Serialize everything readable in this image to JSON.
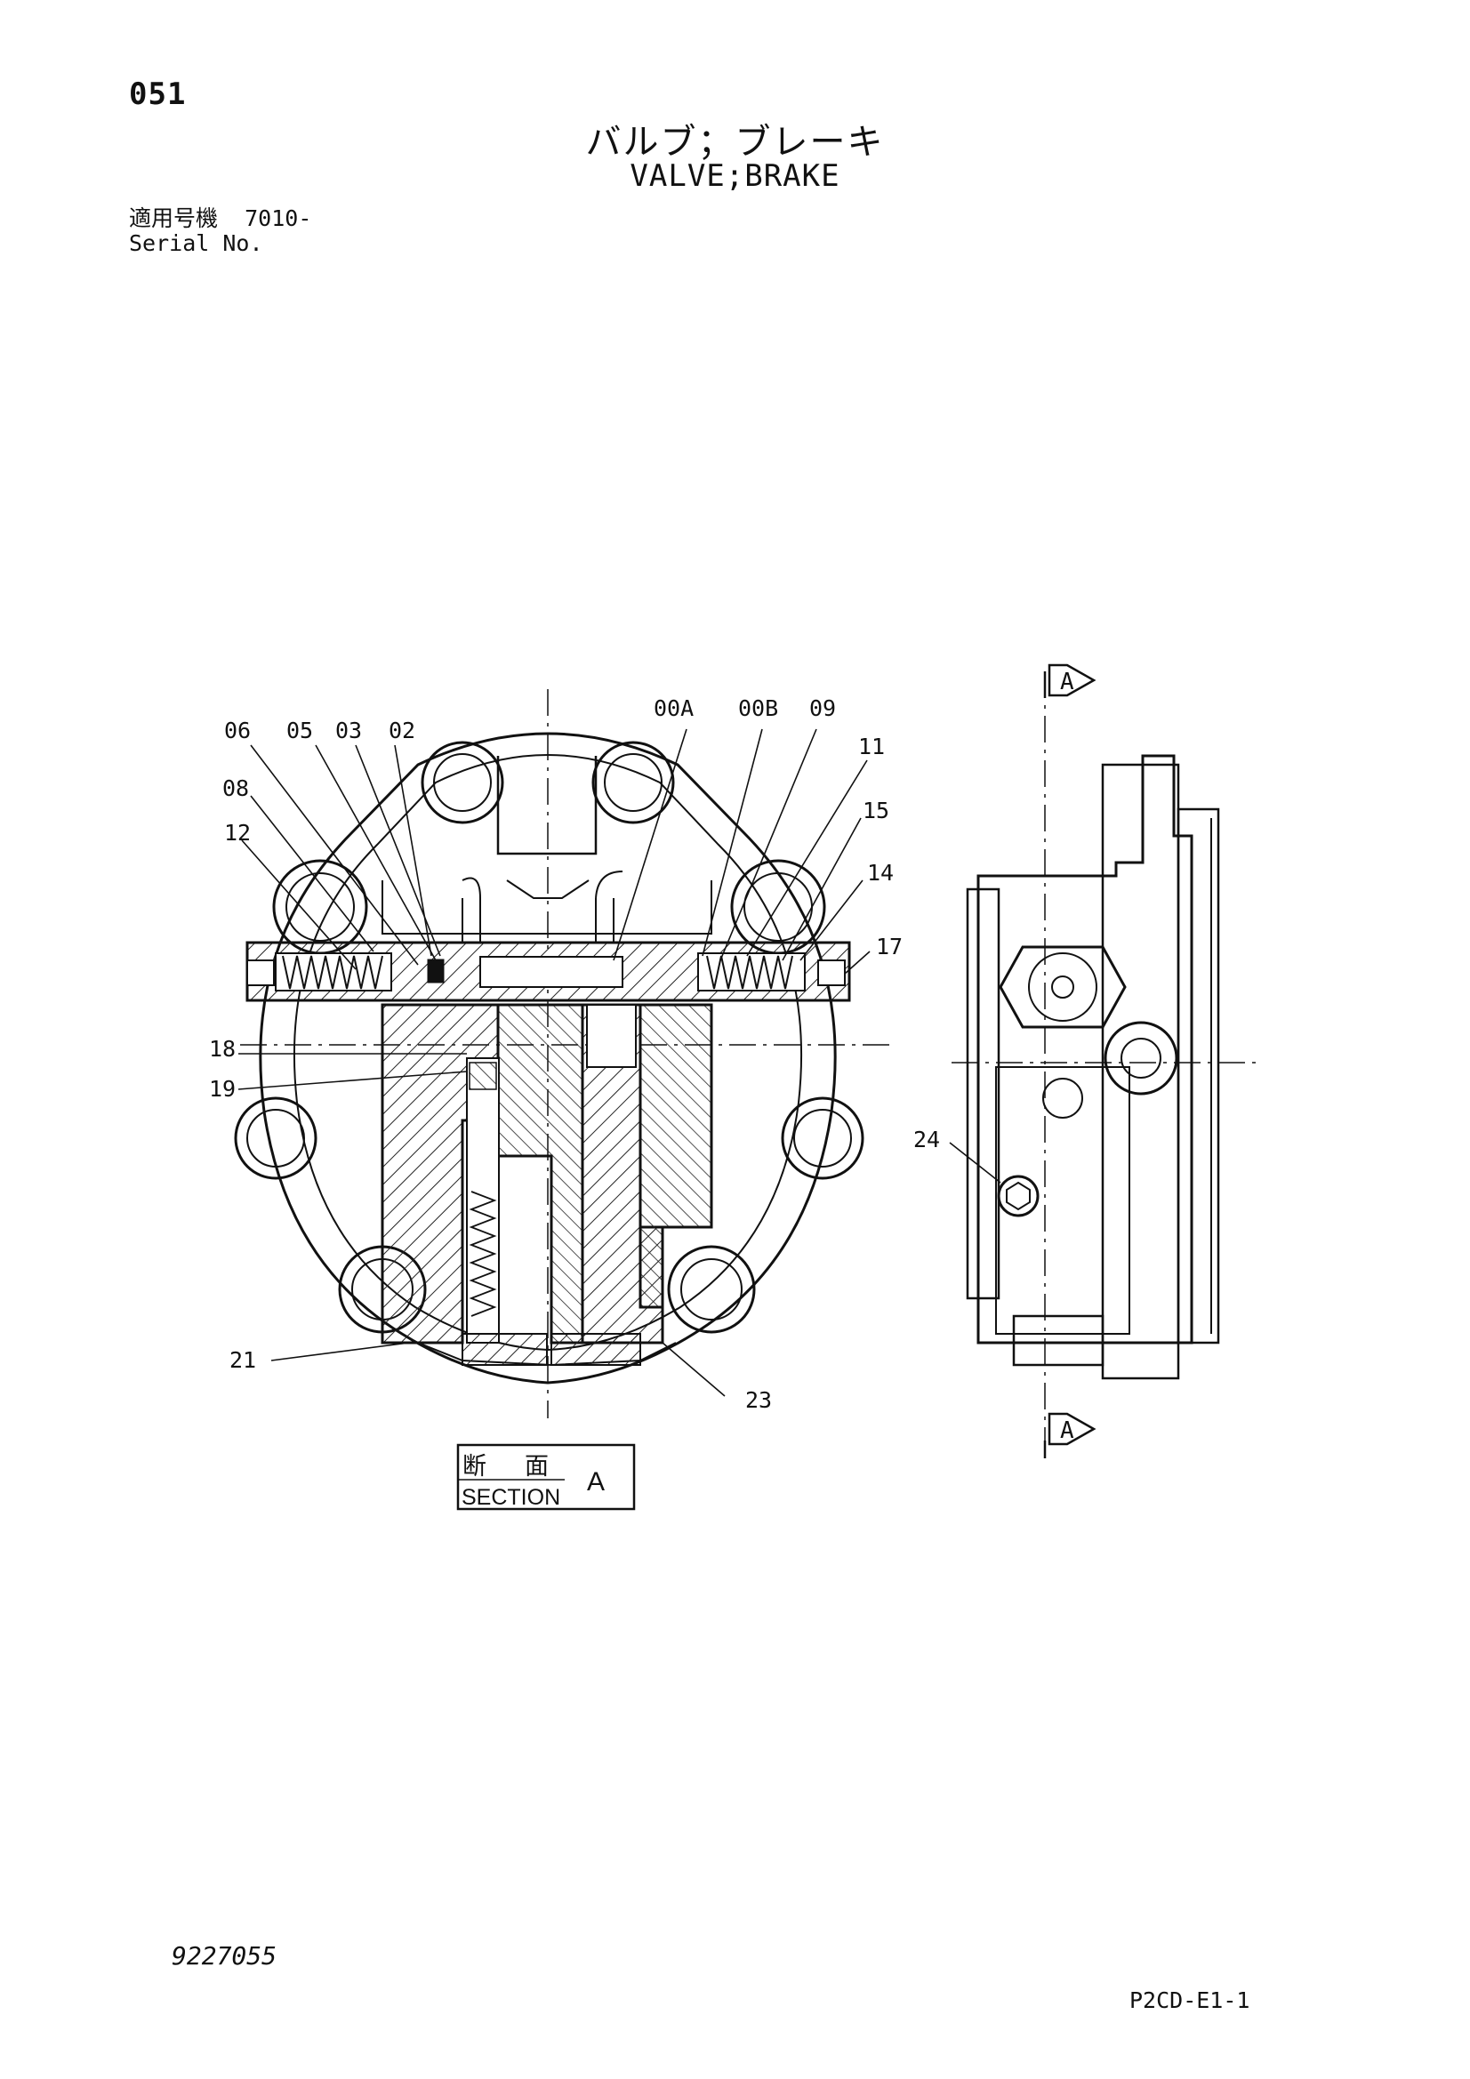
{
  "header": {
    "page_number": "051",
    "title_jp": "バルブ；ブレーキ",
    "title_en": "VALVE;BRAKE",
    "serial_label_jp": "適用号機",
    "serial_value": "7010-",
    "serial_label_en": "Serial No."
  },
  "callouts": {
    "c06": "06",
    "c05": "05",
    "c03": "03",
    "c02": "02",
    "c00A": "00A",
    "c00B": "00B",
    "c09": "09",
    "c08": "08",
    "c12": "12",
    "c11": "11",
    "c15": "15",
    "c14": "14",
    "c17": "17",
    "c18": "18",
    "c19": "19",
    "c24": "24",
    "c21": "21",
    "c23": "23"
  },
  "section_box": {
    "label_jp_1": "断",
    "label_jp_2": "面",
    "label_en": "SECTION",
    "letter": "A"
  },
  "section_arrows": {
    "top": "A",
    "bottom": "A"
  },
  "footer": {
    "doc_number": "9227055",
    "sheet_code": "P2CD-E1-1"
  }
}
